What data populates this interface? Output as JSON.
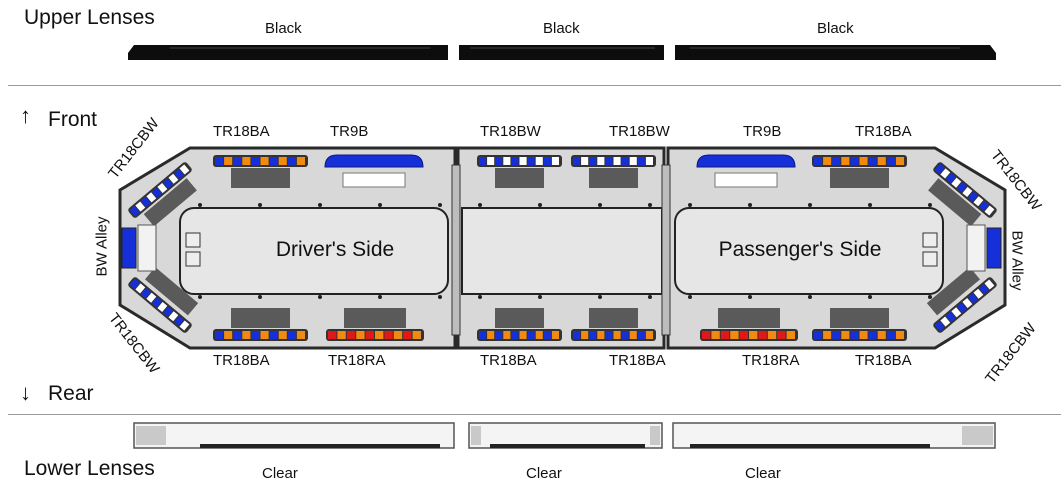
{
  "upper": {
    "title": "Upper Lenses",
    "lenses": [
      "Black",
      "Black",
      "Black"
    ]
  },
  "lower": {
    "title": "Lower Lenses",
    "lenses": [
      "Clear",
      "Clear",
      "Clear"
    ]
  },
  "orientation": {
    "front": "Front",
    "rear": "Rear"
  },
  "sides": {
    "driver": "Driver's Side",
    "passenger": "Passenger's Side"
  },
  "modules": {
    "front_top": [
      "TR18BA",
      "TR9B",
      "TR18BW",
      "TR18BW",
      "TR9B",
      "TR18BA"
    ],
    "rear_bottom": [
      "TR18BA",
      "TR18RA",
      "TR18BA",
      "TR18BA",
      "TR18RA",
      "TR18BA"
    ],
    "left_corner_top": "TR18CBW",
    "left_corner_bottom": "TR18CBW",
    "right_corner_top": "TR18CBW",
    "right_corner_bottom": "TR18CBW",
    "left_end": "BW Alley",
    "right_end": "BW Alley"
  },
  "colors": {
    "blue": "#1530d8",
    "amber": "#f08a10",
    "red": "#e01818",
    "white": "#ffffff",
    "housing": "#d6d6d6",
    "frame": "#2a2a2a",
    "lens_black": "#0d0d0d",
    "lens_clear": "#f4f4f4"
  }
}
